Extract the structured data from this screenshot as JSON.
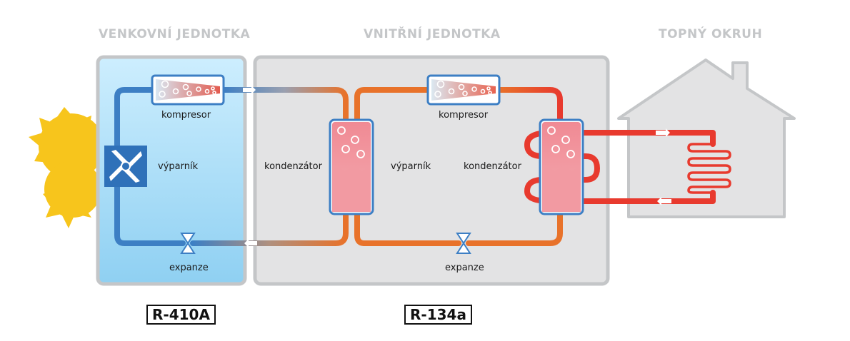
{
  "headers": {
    "outdoor": "VENKOVNÍ JEDNOTKA",
    "indoor": "VNITŘNÍ JEDNOTKA",
    "heating": "TOPNÝ OKRUH"
  },
  "labels": {
    "outdoor_compressor": "kompresor",
    "outdoor_evaporator": "výparník",
    "outdoor_expansion": "expanze",
    "indoor_condenser": "kondenzátor",
    "indoor_evaporator": "výparník",
    "indoor_compressor": "kompresor",
    "indoor_condenser2": "kondenzátor",
    "indoor_expansion": "expanze"
  },
  "refrigerants": {
    "outdoor": "R-410A",
    "indoor": "R-134a"
  },
  "colors": {
    "cold_blue": "#3d7fc4",
    "hot_orange": "#e8722a",
    "hot_red": "#e83a2e",
    "outdoor_bg": "#a9dbf6",
    "indoor_bg": "#e3e3e4",
    "panel_border": "#c4c6c8",
    "sun": "#f7c51c"
  }
}
